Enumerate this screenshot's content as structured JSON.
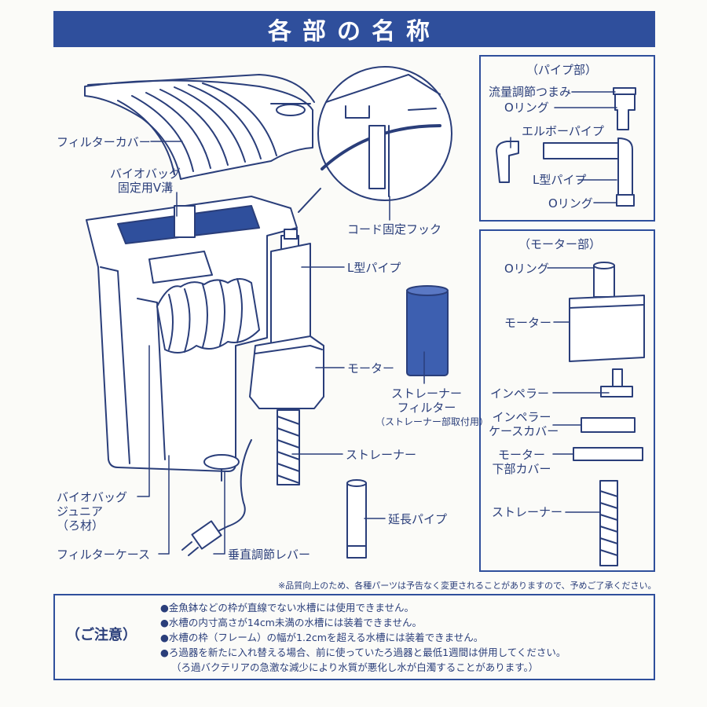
{
  "title": "各部の名称",
  "main_labels": {
    "filter_cover": "フィルターカバー",
    "bio_bag_groove_1": "バイオバッグ",
    "bio_bag_groove_2": "固定用V溝",
    "cord_hook": "コード固定フック",
    "l_pipe": "L型パイプ",
    "motor": "モーター",
    "strainer_filter_1": "ストレーナー",
    "strainer_filter_2": "フィルター",
    "strainer_filter_3": "（ストレーナー部取付用）",
    "strainer": "ストレーナー",
    "extension_pipe": "延長パイプ",
    "bio_bag_junior_1": "バイオバッグ",
    "bio_bag_junior_2": "ジュニア",
    "bio_bag_junior_3": "（ろ材）",
    "filter_case": "フィルターケース",
    "vertical_lever": "垂直調節レバー"
  },
  "pipe_panel": {
    "heading": "（パイプ部）",
    "flow_knob": "流量調節つまみ",
    "o_ring_1": "Oリング",
    "elbow_pipe": "エルボーパイプ",
    "l_pipe": "L型パイプ",
    "o_ring_2": "Oリング"
  },
  "motor_panel": {
    "heading": "（モーター部）",
    "o_ring": "Oリング",
    "motor": "モーター",
    "impeller": "インペラー",
    "impeller_cover_1": "インペラー",
    "impeller_cover_2": "ケースカバー",
    "motor_bottom_1": "モーター",
    "motor_bottom_2": "下部カバー",
    "strainer": "ストレーナー"
  },
  "disclaimer": "※品質向上のため、各種パーツは予告なく変更されることがありますので、予めご了承ください。",
  "notice": {
    "heading": "（ご注意）",
    "items": [
      "●金魚鉢などの枠が直線でない水槽には使用できません。",
      "●水槽の内寸高さが14cm未満の水槽には装着できません。",
      "●水槽の枠（フレーム）の幅が1.2cmを超える水槽には装着できません。",
      "●ろ過器を新たに入れ替える場合、前に使っていたろ過器と最低1週間は併用してください。",
      "（ろ過バクテリアの急激な減少により水質が悪化し水が白濁することがあります。）"
    ]
  },
  "colors": {
    "brand_blue": "#2f4f9c",
    "line": "#2a3e7a",
    "sponge": "#3d5fb0"
  }
}
